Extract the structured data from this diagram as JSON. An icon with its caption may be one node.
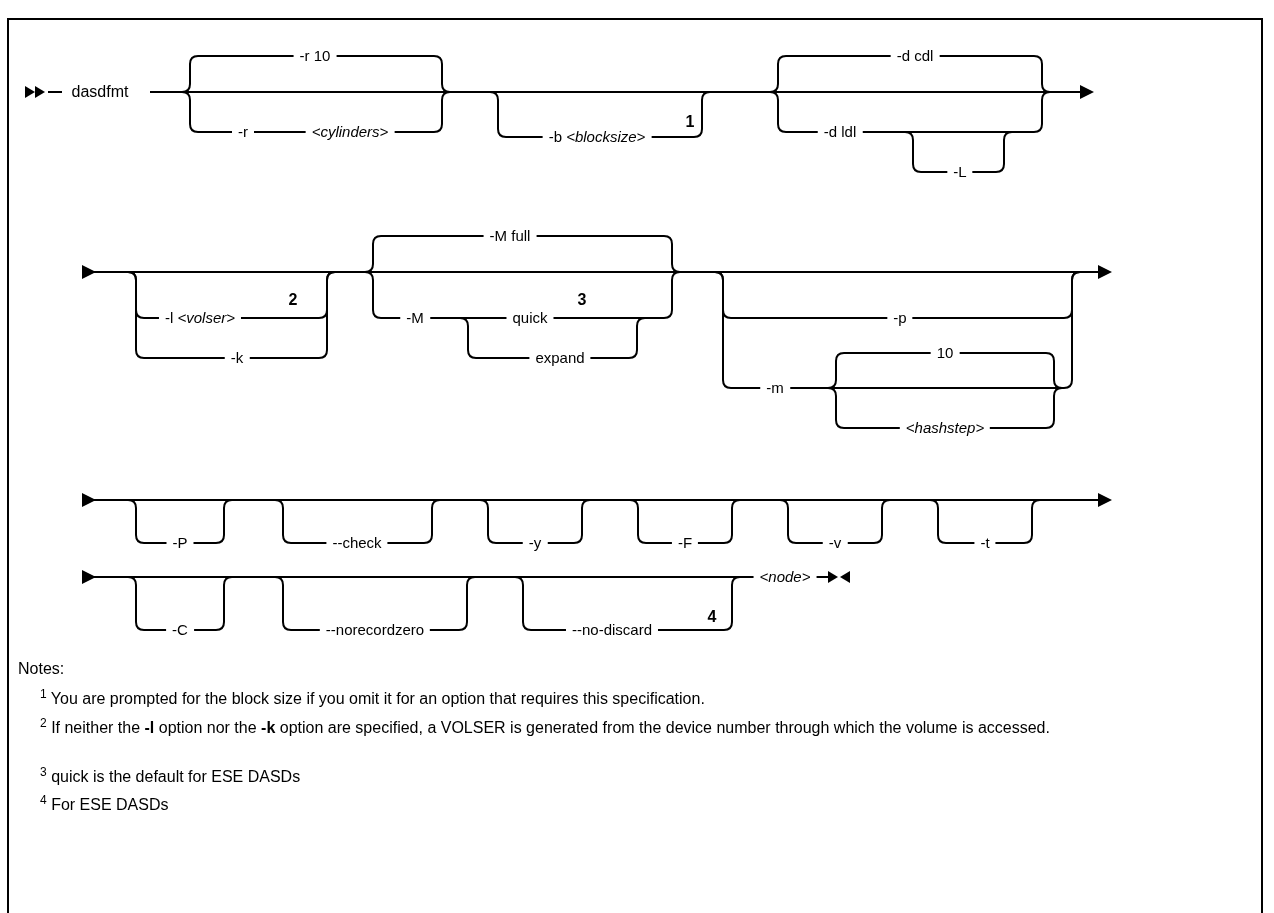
{
  "diagram": {
    "labels": [
      "dasdfmt",
      "-r 10",
      "-r",
      "<cylinders>",
      "-b *<blocksize>*",
      "1",
      "-d cdl",
      "-d ldl",
      "-L",
      "-M full",
      "-l *<volser>*",
      "2",
      "-M",
      "quick",
      "3",
      "-p",
      "-k",
      "expand",
      "10",
      "-m",
      "<hashstep>",
      "-P",
      "--check",
      "-y",
      "-F",
      "-v",
      "-t",
      "-C",
      "--norecordzero",
      "--no-discard",
      "4",
      "<node>",
      "Notes:",
      "$^{1}$ You are prompted for the block size if you omit it for an option that requires this specification.",
      "$^{2}$ If neither the **-l** option nor the **-k** option are specified, a VOLSER is generated from the device number through which the volume is accessed.",
      "$^{3}$ quick is the default for ESE DASDs",
      "$^{4}$ For ESE DASDs"
    ]
  }
}
